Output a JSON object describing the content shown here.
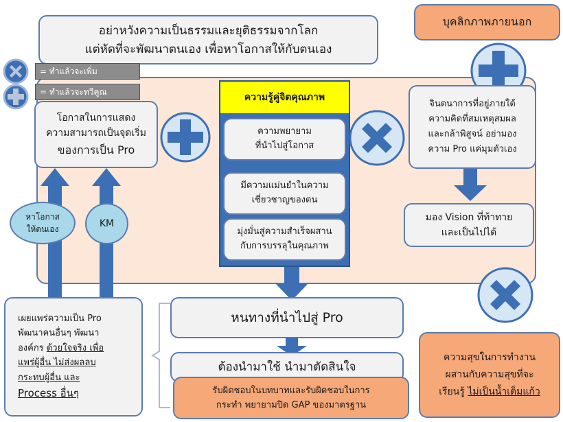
{
  "title_box": {
    "line1": "อย่าหวังความเป็นธรรมและยุติธรรมจากโลก",
    "line2": "แต่หัดที่จะพัฒนาตนเอง เพื่อหาโอกาสให้กับตนเอง"
  },
  "external_personality": "บุคลิกภาพภายนอก",
  "legend": {
    "multiply_label": "= ทำแล้วจะเพิ่ม",
    "plus_label": "= ทำแล้วจะทวีคูณ"
  },
  "left_box": {
    "line1": "โอกาสในการแสดง",
    "line2": "ความสามารถเป็นจุดเริ่ม",
    "line3": "ของการเป็น Pro"
  },
  "center_column": {
    "header": "ความรู้คู่จิตคุณภาพ",
    "item1": {
      "line1": "ความพยายาม",
      "line2": "ที่นำไปสู่โอกาส"
    },
    "item2": {
      "line1": "มีความแม่นยำในความ",
      "line2": "เชี่ยวชาญของตน"
    },
    "item3": {
      "line1": "มุ่งมั่นสู่ความสำเร็จผสาน",
      "line2": "กับการบรรลุในคุณภาพ"
    }
  },
  "right_box": {
    "line1": "จินตนาการที่อยู่ภายใต้",
    "line2": "ความคิดที่สมเหตุสมผล",
    "line3": "และกล้าพิสูจน์ อย่ามอง",
    "line4": "ความ Pro แค่มุมตัวเอง"
  },
  "vision_box": {
    "line1": "มอง Vision ที่ท้าทาย",
    "line2": "และเป็นไปได้"
  },
  "bubbles": {
    "self_opportunity": {
      "line1": "หาโอกาส",
      "line2": "ให้ตนเอง"
    },
    "km": "KM"
  },
  "bottom_left": {
    "line1": "เผยแพร่ความเป็น Pro",
    "line2": "พัฒนาคนอื่นๆ พัฒนา",
    "line3a": "องค์กร ",
    "line3b": "ด้วยใจจริง เพื่อ",
    "line4": "แพร่ผู้อื่น ไม่ส่งผลลบ",
    "line5": "กระทบผู้อื่น และ",
    "line6": "Process อื่นๆ"
  },
  "path_box": "หนทางที่นำไปสู่ Pro",
  "decision_box": "ต้องนำมาใช้ นำมาตัดสินใจ",
  "responsibility_box": {
    "line1": "รับผิดชอบในบทบาทและรับผิดชอบในการ",
    "line2": "กระทำ พยายามปิด GAP ของมาตรฐาน"
  },
  "happiness_box": {
    "line1": "ความสุขในการทำงาน",
    "line2": "ผสานกับความสุขที่จะ",
    "line3a": "เรียนรู้ ",
    "line3b": "ไม่เป็นน้ำเต็มแก้ว"
  },
  "colors": {
    "accent_blue": "#3d6fb5",
    "peach": "#f6a878",
    "light_peach": "#fce7d8",
    "header_yellow": "#ffff00",
    "bubble_blue": "#a9d8ea"
  }
}
